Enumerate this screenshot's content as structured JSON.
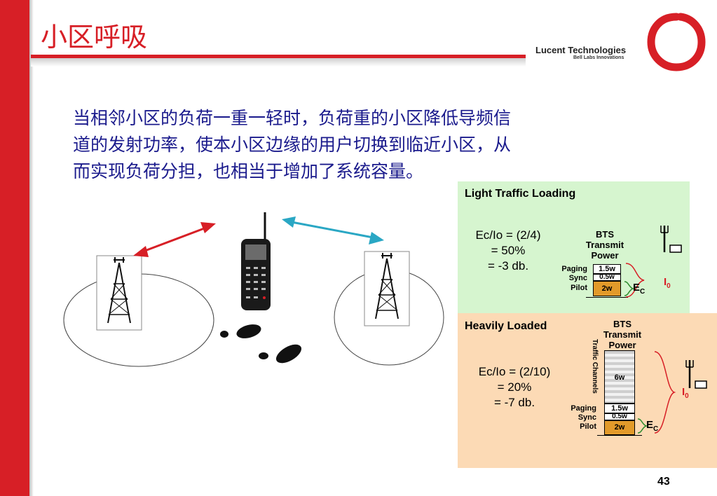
{
  "slide": {
    "title": "小区呼吸",
    "page_number": "43"
  },
  "logo": {
    "name": "Lucent Technologies",
    "tagline": "Bell Labs Innovations"
  },
  "body": {
    "lines": [
      "当相邻小区的负荷一重一轻时，负荷重的小区降低导频信",
      "道的发射功率，使本小区边缘的用户切换到临近小区，从",
      "而实现负荷分担，也相当于增加了系统容量。"
    ]
  },
  "light_panel": {
    "title": "Light Traffic Loading",
    "calc": [
      "Ec/Io = (2/4)",
      "= 50%",
      "= -3 db."
    ],
    "bts_heading": [
      "BTS",
      "Transmit",
      "Power"
    ],
    "rows": [
      {
        "label": "Paging",
        "value": "1.5w"
      },
      {
        "label": "Sync",
        "value": "0.5w"
      },
      {
        "label": "Pilot",
        "value": "2w"
      }
    ],
    "io_label": "I",
    "io_sub": "0",
    "ec_label": "E",
    "ec_sub": "C"
  },
  "heavy_panel": {
    "title": "Heavily Loaded",
    "calc": [
      "Ec/Io = (2/10)",
      "= 20%",
      "= -7 db."
    ],
    "bts_heading": [
      "BTS",
      "Transmit",
      "Power"
    ],
    "traffic_label": "Traffic Channels",
    "traffic_value": "6w",
    "rows": [
      {
        "label": "Paging",
        "value": "1.5w"
      },
      {
        "label": "Sync",
        "value": "0.5w"
      },
      {
        "label": "Pilot",
        "value": "2w"
      }
    ],
    "io_label": "I",
    "io_sub": "0",
    "ec_label": "E",
    "ec_sub": "C"
  },
  "colors": {
    "brand_red": "#d71f26",
    "body_text": "#1a1a8c",
    "light_panel_bg": "#d6f5cf",
    "heavy_panel_bg": "#fcdab5",
    "pilot_orange": "#e29a2a",
    "arrow_left": "#d71f26",
    "arrow_right": "#2aa7c4"
  }
}
